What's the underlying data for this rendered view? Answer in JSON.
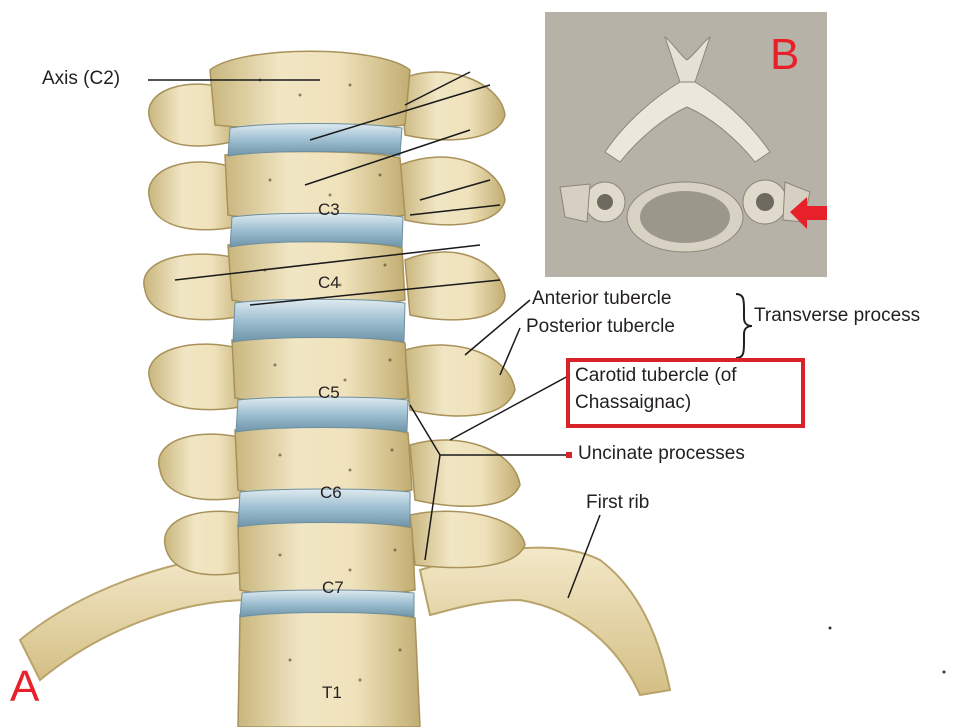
{
  "panel_a_letter": "A",
  "panel_b_letter": "B",
  "labels": {
    "axis": "Axis (C2)",
    "anterior_tubercle": "Anterior tubercle",
    "posterior_tubercle": "Posterior tubercle",
    "transverse_process": "Transverse process",
    "carotid_line1": "Carotid tubercle (of",
    "carotid_line2": "Chassaignac)",
    "uncinate": "Uncinate processes",
    "first_rib": "First rib"
  },
  "vertebrae": [
    "C3",
    "C4",
    "C5",
    "C6",
    "C7",
    "T1"
  ],
  "colors": {
    "highlight_red": "#d9232a",
    "bone": "#eadcb0",
    "bone_shadow": "#c9b67e",
    "disc": "#a9c6d6",
    "label_text": "#231f20",
    "photo_background": "#b8b3a8"
  }
}
